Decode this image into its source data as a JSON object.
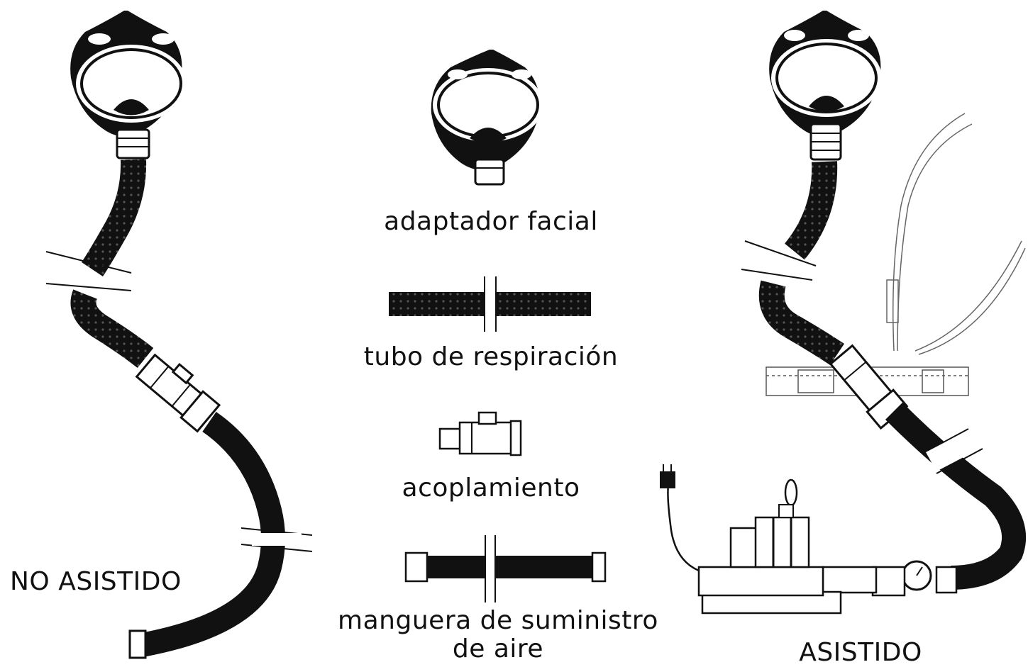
{
  "labels": {
    "no_asistido": "NO ASISTIDO",
    "asistido": "ASISTIDO",
    "adaptador": "adaptador facial",
    "tubo": "tubo de respiración",
    "acoplamiento": "acoplamiento",
    "manguera_l1": "manguera de suministro",
    "manguera_l2": "de aire"
  },
  "colors": {
    "ink": "#111111",
    "paper": "#ffffff"
  }
}
